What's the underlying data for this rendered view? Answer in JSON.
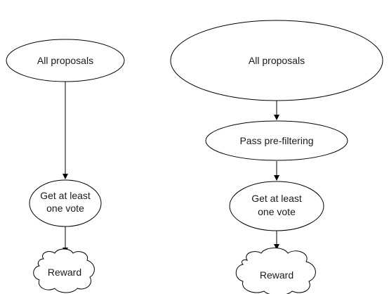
{
  "diagrams": [
    {
      "nodes": [
        {
          "id": "L1",
          "shape": "ellipse",
          "lines": [
            "All proposals"
          ]
        },
        {
          "id": "L2",
          "shape": "ellipse",
          "lines": [
            "Get at least",
            "one vote"
          ]
        },
        {
          "id": "L3",
          "shape": "cloud",
          "lines": [
            "Reward"
          ]
        }
      ],
      "edges": [
        {
          "from": "L1",
          "to": "L2"
        },
        {
          "from": "L2",
          "to": "L3"
        }
      ]
    },
    {
      "nodes": [
        {
          "id": "R1",
          "shape": "ellipse",
          "lines": [
            "All proposals"
          ]
        },
        {
          "id": "R2",
          "shape": "ellipse",
          "lines": [
            "Pass pre-filtering"
          ]
        },
        {
          "id": "R3",
          "shape": "ellipse",
          "lines": [
            "Get at least",
            "one vote"
          ]
        },
        {
          "id": "R4",
          "shape": "cloud",
          "lines": [
            "Reward"
          ]
        }
      ],
      "edges": [
        {
          "from": "R1",
          "to": "R2"
        },
        {
          "from": "R2",
          "to": "R3"
        },
        {
          "from": "R3",
          "to": "R4"
        }
      ]
    }
  ],
  "colors": {
    "stroke": "#000000",
    "fill": "#ffffff",
    "text": "#1a1a1a"
  }
}
